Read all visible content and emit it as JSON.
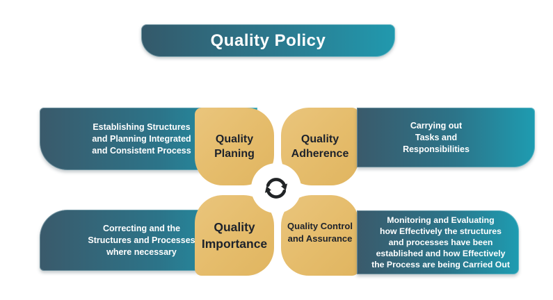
{
  "title": "Quality Policy",
  "colors": {
    "teal_dark": "#34596a",
    "teal_bright": "#1e9cb1",
    "gold": "#e5bc6b",
    "icon_black": "#212426",
    "text_light": "#ffffff",
    "text_dark": "#1d222b"
  },
  "center_icon": "sync-arrows-icon",
  "sections": {
    "top_left": {
      "description_lines": [
        "Establishing Structures",
        "and Planning Integrated",
        "and Consistent Process"
      ],
      "petal_lines": [
        "Quality",
        "Planing"
      ]
    },
    "top_right": {
      "petal_lines": [
        "Quality",
        "Adherence"
      ],
      "description_lines": [
        "Carrying out",
        "Tasks and",
        "Responsibilities"
      ]
    },
    "bottom_left": {
      "description_lines": [
        "Correcting and the",
        "Structures and Processes",
        "where necessary"
      ],
      "petal_lines": [
        "Quality",
        "Importance"
      ]
    },
    "bottom_right": {
      "petal_lines": [
        "Quality Control",
        "and Assurance"
      ],
      "description_lines": [
        "Monitoring and Evaluating",
        "how Effectively the structures",
        "and processes have been",
        "established and how Effectively",
        "the Process are being Carried Out"
      ]
    }
  }
}
